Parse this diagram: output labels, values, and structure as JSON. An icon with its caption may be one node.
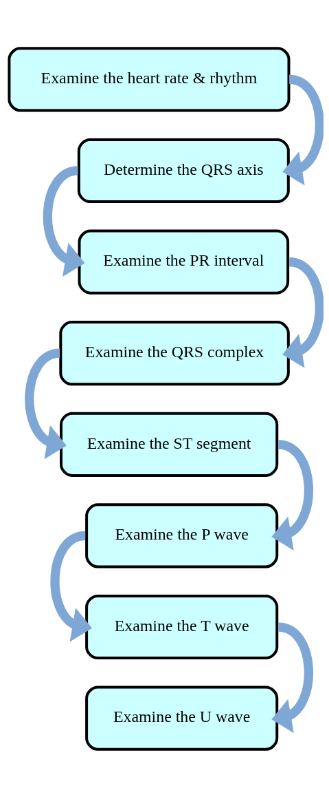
{
  "diagram": {
    "nodes": [
      {
        "text": [
          "Examine the heart rate & rhythm"
        ]
      },
      {
        "text": [
          "Determine the QRS axis"
        ]
      },
      {
        "text": [
          "Examine the PR interval"
        ]
      },
      {
        "text": [
          "Examine the QRS complex"
        ]
      },
      {
        "text": [
          "Examine the ST segment"
        ]
      },
      {
        "text": [
          "Examine the P wave"
        ]
      },
      {
        "text": [
          "Examine the T wave"
        ]
      },
      {
        "text": [
          "Examine the U wave"
        ]
      }
    ],
    "edges": [
      {
        "from": 0,
        "to": 1,
        "arrow": "to"
      },
      {
        "from": 1,
        "to": 2,
        "arrow": "to"
      },
      {
        "from": 2,
        "to": 3,
        "arrow": "to"
      },
      {
        "from": 3,
        "to": 4,
        "arrow": "to"
      },
      {
        "from": 4,
        "to": 5,
        "arrow": "to"
      },
      {
        "from": 5,
        "to": 6,
        "arrow": "to"
      },
      {
        "from": 6,
        "to": 7,
        "arrow": "to"
      }
    ]
  }
}
